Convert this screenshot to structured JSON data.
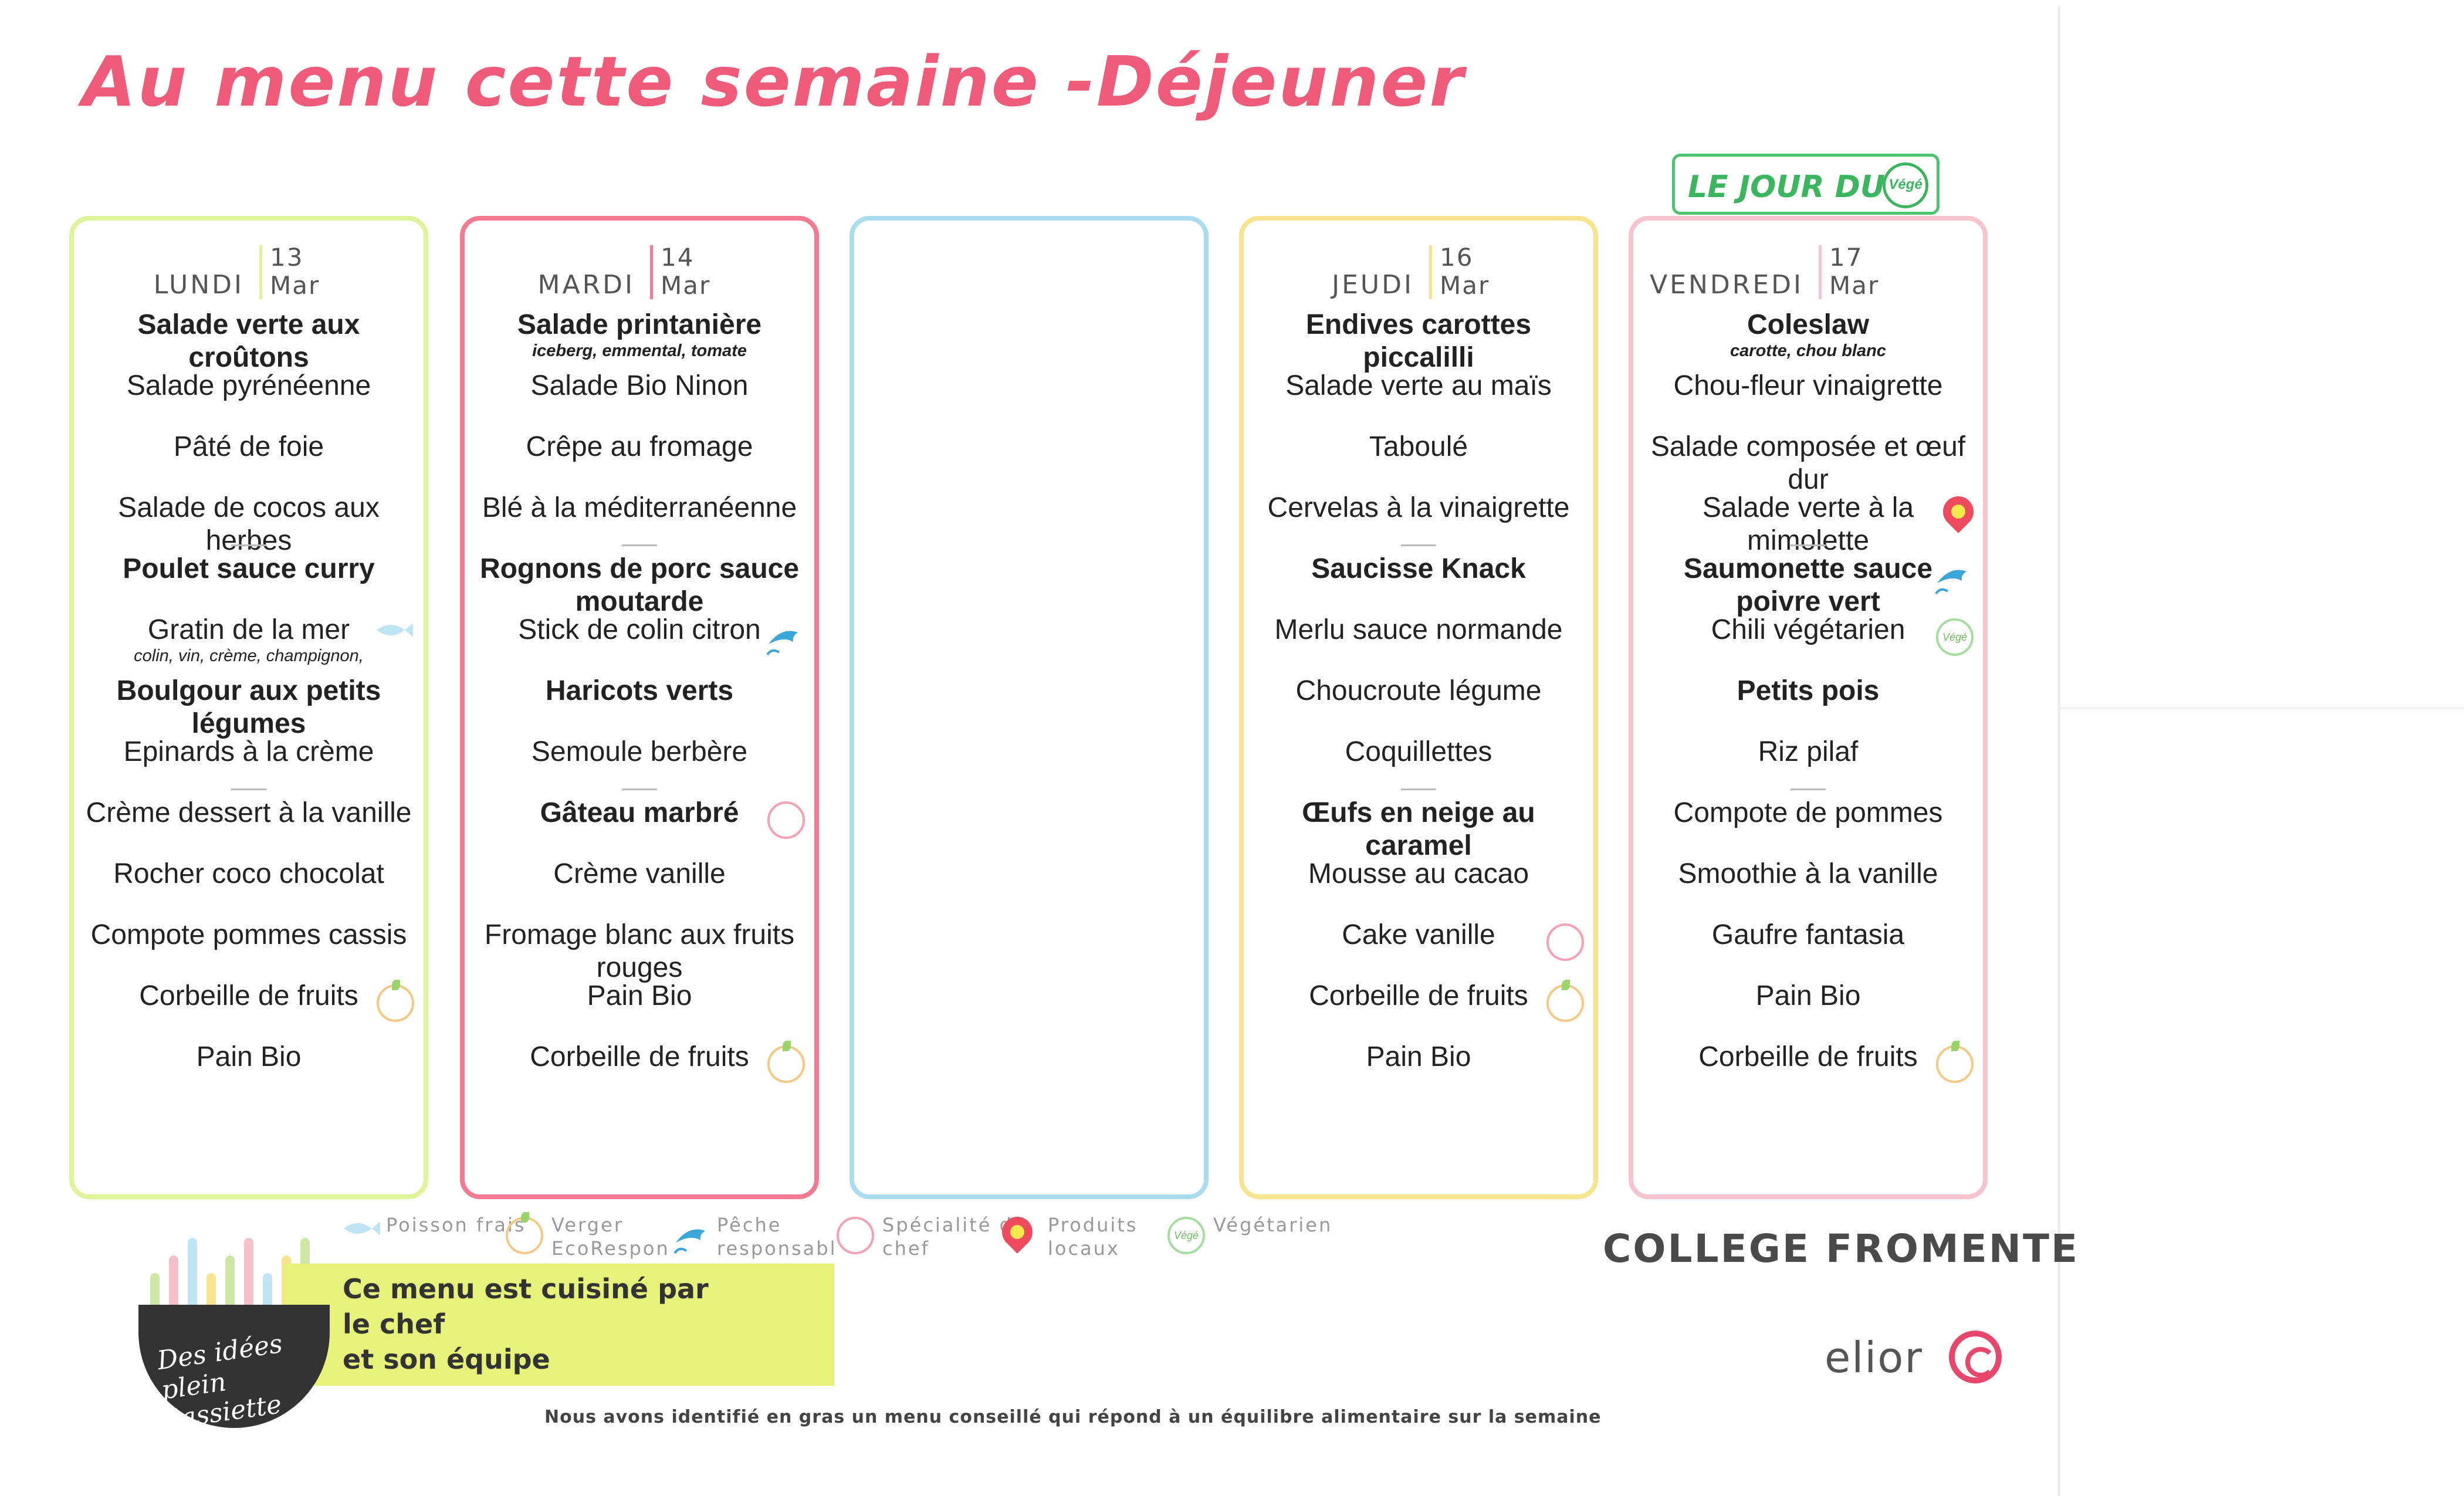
{
  "title": "Au menu cette semaine -Déjeuner",
  "badge": {
    "text": "LE JOUR DU",
    "circle": "Végé"
  },
  "colors": {
    "title": "#ef5b78",
    "lundi": "#dff39a",
    "mardi": "#f47a92",
    "mercredi": "#a9dcef",
    "jeudi": "#f8e48e",
    "vendredi": "#f7c3cf",
    "badge": "#3bb55e",
    "chef_box": "#e6f27a"
  },
  "days": [
    {
      "name": "LUNDI",
      "num": "13",
      "month": "Mar",
      "items": [
        {
          "text": "Salade verte aux croûtons",
          "bold": true
        },
        {
          "text": "Salade pyrénéenne"
        },
        {
          "text": "Pâté de foie"
        },
        {
          "text": "Salade de cocos aux herbes"
        },
        {
          "text": "Poulet sauce curry",
          "bold": true
        },
        {
          "text": "Gratin de la mer",
          "sub": "colin, vin, crème, champignon,",
          "icon": "poisson-icon"
        },
        {
          "text": "Boulgour aux petits légumes",
          "bold": true
        },
        {
          "text": "Epinards à la crème"
        },
        {
          "text": "Crème dessert à la vanille"
        },
        {
          "text": "Rocher coco chocolat"
        },
        {
          "text": "Compote pommes cassis"
        },
        {
          "text": "Corbeille de fruits",
          "icon": "verger-icon"
        },
        {
          "text": "Pain Bio"
        }
      ]
    },
    {
      "name": "MARDI",
      "num": "14",
      "month": "Mar",
      "items": [
        {
          "text": "Salade printanière",
          "sub": "iceberg, emmental, tomate",
          "bold": true
        },
        {
          "text": "Salade Bio Ninon"
        },
        {
          "text": "Crêpe au fromage"
        },
        {
          "text": "Blé à la méditerranéenne"
        },
        {
          "text": "Rognons de porc sauce moutarde",
          "bold": true
        },
        {
          "text": "Stick de colin citron",
          "icon": "peche-icon"
        },
        {
          "text": "Haricots verts",
          "bold": true
        },
        {
          "text": "Semoule berbère"
        },
        {
          "text": "Gâteau marbré",
          "bold": true,
          "icon": "chef-icon"
        },
        {
          "text": "Crème vanille"
        },
        {
          "text": "Fromage blanc aux fruits rouges"
        },
        {
          "text": "Pain Bio"
        },
        {
          "text": "Corbeille de fruits",
          "icon": "verger-icon"
        }
      ]
    },
    {
      "name": "",
      "num": "",
      "month": "",
      "items": []
    },
    {
      "name": "JEUDI",
      "num": "16",
      "month": "Mar",
      "items": [
        {
          "text": "Endives carottes piccalilli",
          "bold": true
        },
        {
          "text": "Salade verte au maïs"
        },
        {
          "text": "Taboulé"
        },
        {
          "text": "Cervelas à la vinaigrette"
        },
        {
          "text": "Saucisse Knack",
          "bold": true
        },
        {
          "text": "Merlu sauce normande"
        },
        {
          "text": "Choucroute légume"
        },
        {
          "text": "Coquillettes"
        },
        {
          "text": "Œufs en neige au caramel",
          "bold": true
        },
        {
          "text": "Mousse au cacao"
        },
        {
          "text": "Cake vanille",
          "icon": "chef-icon"
        },
        {
          "text": "Corbeille de fruits",
          "icon": "verger-icon"
        },
        {
          "text": "Pain Bio"
        }
      ]
    },
    {
      "name": "VENDREDI",
      "num": "17",
      "month": "Mar",
      "items": [
        {
          "text": "Coleslaw",
          "sub": "carotte, chou blanc",
          "bold": true
        },
        {
          "text": "Chou-fleur vinaigrette"
        },
        {
          "text": "Salade composée et œuf dur"
        },
        {
          "text": "Salade verte à la mimolette",
          "icon": "local-icon"
        },
        {
          "text": "Saumonette sauce poivre vert",
          "bold": true,
          "icon": "peche-icon"
        },
        {
          "text": "Chili végétarien",
          "icon": "vege-icon"
        },
        {
          "text": "Petits pois",
          "bold": true
        },
        {
          "text": "Riz pilaf"
        },
        {
          "text": "Compote de pommes"
        },
        {
          "text": "Smoothie à la vanille"
        },
        {
          "text": "Gaufre fantasia"
        },
        {
          "text": "Pain Bio"
        },
        {
          "text": "Corbeille de fruits",
          "icon": "verger-icon"
        }
      ]
    }
  ],
  "legend": [
    {
      "icon": "poisson-icon",
      "label": "Poisson frais"
    },
    {
      "icon": "verger-icon",
      "label": "Verger EcoRespon"
    },
    {
      "icon": "peche-icon",
      "label": "Pêche responsabl"
    },
    {
      "icon": "chef-icon",
      "label": "Spécialité du chef"
    },
    {
      "icon": "local-icon",
      "label": "Produits locaux"
    },
    {
      "icon": "vege-icon",
      "label": "Végétarien"
    }
  ],
  "school": "COLLEGE FROMENTE",
  "brand": "elior",
  "chef_box": [
    "Ce menu est cuisiné par",
    "le chef",
    "et son équipe"
  ],
  "plate_logo": "Des idées plein l'assiette",
  "footnote": "Nous avons identifié en gras un menu conseillé qui répond à un équilibre alimentaire sur la semaine"
}
